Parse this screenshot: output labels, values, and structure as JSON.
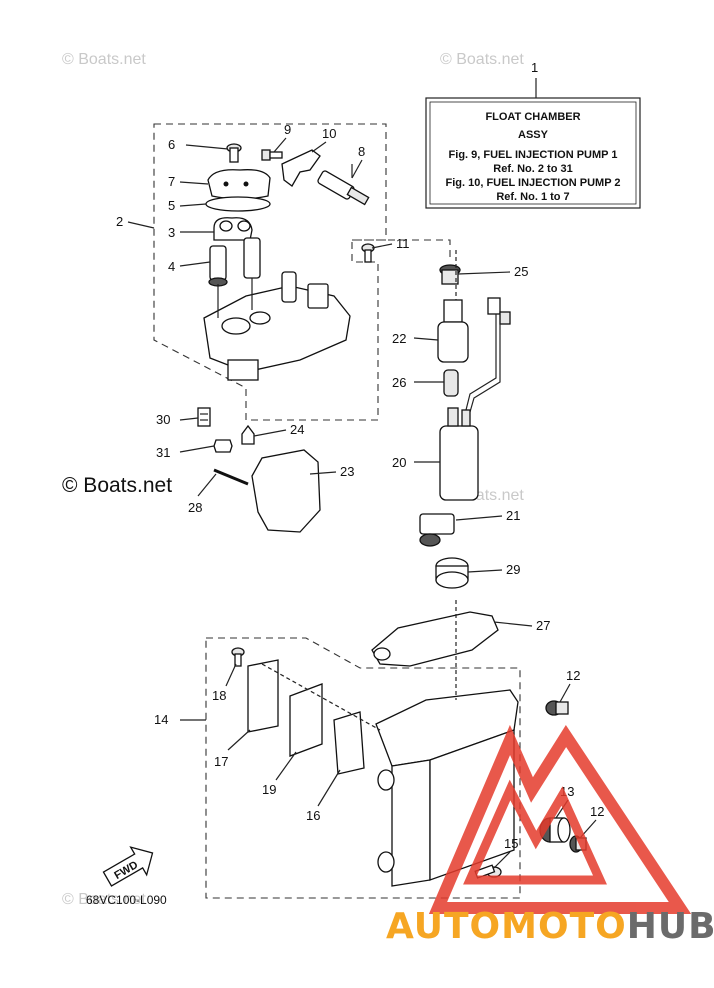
{
  "watermarks": {
    "top_left": "© Boats.net",
    "top_right": "© Boats.net",
    "mid_left": "© Boats.net",
    "mid_center": "© Boats.net",
    "bottom_left": "© Boats.net"
  },
  "info_box": {
    "ref_number": "1",
    "title_line1": "FLOAT CHAMBER",
    "title_line2": "ASSY",
    "line3": "Fig. 9, FUEL INJECTION PUMP 1",
    "line4": "Ref. No. 2 to 31",
    "line5": "Fig. 10, FUEL INJECTION PUMP 2",
    "line6": "Ref. No. 1 to 7"
  },
  "callouts": {
    "c2": "2",
    "c3": "3",
    "c4": "4",
    "c5": "5",
    "c6": "6",
    "c7": "7",
    "c8": "8",
    "c9": "9",
    "c10": "10",
    "c11": "11",
    "c12a": "12",
    "c12b": "12",
    "c13": "13",
    "c14": "14",
    "c15": "15",
    "c16": "16",
    "c17": "17",
    "c18": "18",
    "c19": "19",
    "c20": "20",
    "c21": "21",
    "c22": "22",
    "c23": "23",
    "c24": "24",
    "c25": "25",
    "c26": "26",
    "c27": "27",
    "c28": "28",
    "c29": "29",
    "c30": "30",
    "c31": "31"
  },
  "fwd_label": "FWD",
  "drawing_code": "68VC100-L090",
  "brand": {
    "part1": "AUTOMOTO",
    "part2": "HUB",
    "color_orange": "#f6a623",
    "color_red": "#e53b2c",
    "color_gray": "#6b6b6b"
  }
}
